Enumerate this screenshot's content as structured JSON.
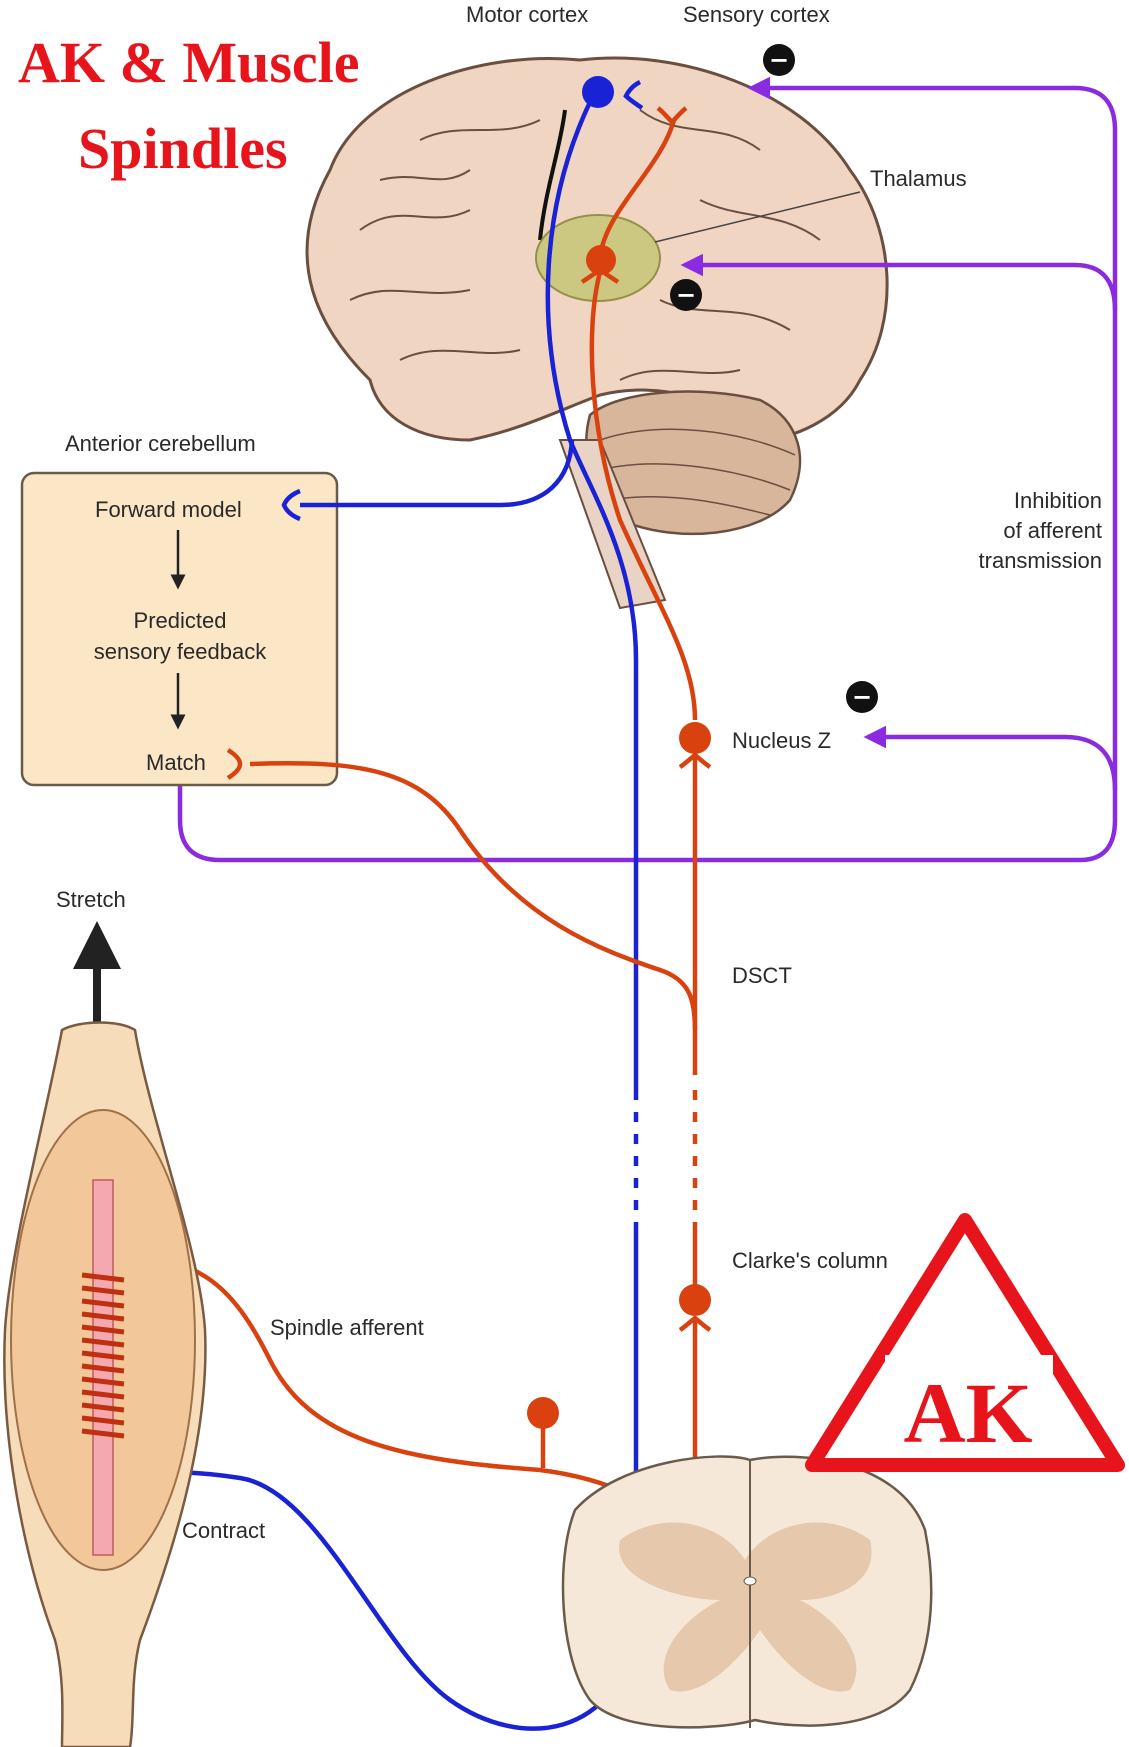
{
  "title": {
    "line1": "AK & Muscle",
    "line2": "Spindles"
  },
  "labels": {
    "motor_cortex": "Motor cortex",
    "sensory_cortex": "Sensory cortex",
    "thalamus": "Thalamus",
    "anterior_cerebellum": "Anterior cerebellum",
    "forward_model": "Forward model",
    "predicted_line1": "Predicted",
    "predicted_line2": "sensory feedback",
    "match": "Match",
    "inhibition_line1": "Inhibition",
    "inhibition_line2": "of afferent",
    "inhibition_line3": "transmission",
    "nucleus_z": "Nucleus Z",
    "stretch": "Stretch",
    "dsct": "DSCT",
    "clarkes_column": "Clarke's column",
    "spindle_afferent": "Spindle afferent",
    "contract": "Contract"
  },
  "inhibition_symbol": "−",
  "logo": {
    "text": "AK"
  },
  "colors": {
    "motor_path": "#1a22d6",
    "sensory_path": "#d9420f",
    "inhibition_path": "#8a2be2",
    "title": "#e8141c",
    "brain": "#f0d5c2",
    "cerebellum_box": "#fbe7c6",
    "thalamus": "#c9c77a"
  },
  "icons": [
    "minus-icon",
    "arrow-icon",
    "synapse-icon",
    "neuron-body-icon"
  ]
}
